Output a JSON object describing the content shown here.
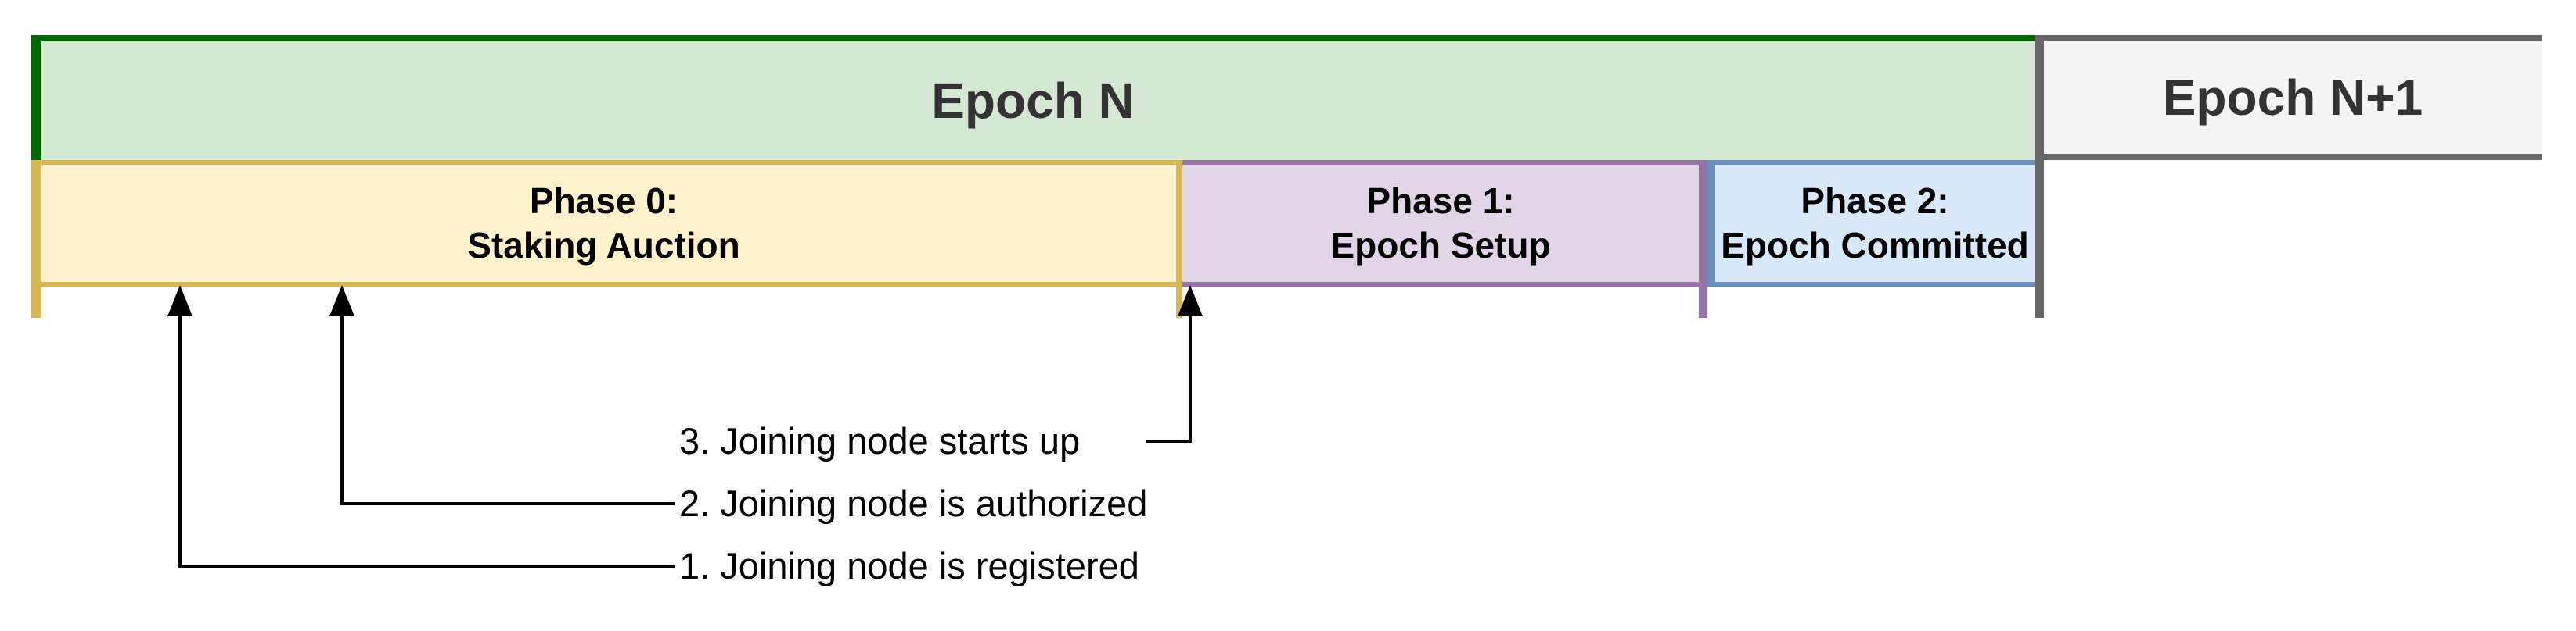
{
  "epochs": [
    {
      "label": "Epoch N",
      "fill": "#D5E8D4",
      "border": "#006600",
      "text_color": "#333333"
    },
    {
      "label": "Epoch N+1",
      "fill": "#F5F5F5",
      "border": "#666666",
      "text_color": "#333333"
    }
  ],
  "phases": [
    {
      "title": "Phase 0:",
      "subtitle": "Staking Auction",
      "fill": "#FFF2CC",
      "border": "#D6B656"
    },
    {
      "title": "Phase 1:",
      "subtitle": "Epoch Setup",
      "fill": "#E1D5E7",
      "border": "#9673A6"
    },
    {
      "title": "Phase 2:",
      "subtitle": "Epoch Committed",
      "fill": "#DAE8FC",
      "border": "#6C8EBF"
    }
  ],
  "epoch_divider_color": "#666666",
  "arrow_color": "#000000",
  "annotations": [
    {
      "label": "1. Joining node is registered"
    },
    {
      "label": "2. Joining node is authorized"
    },
    {
      "label": "3. Joining node starts up"
    }
  ]
}
